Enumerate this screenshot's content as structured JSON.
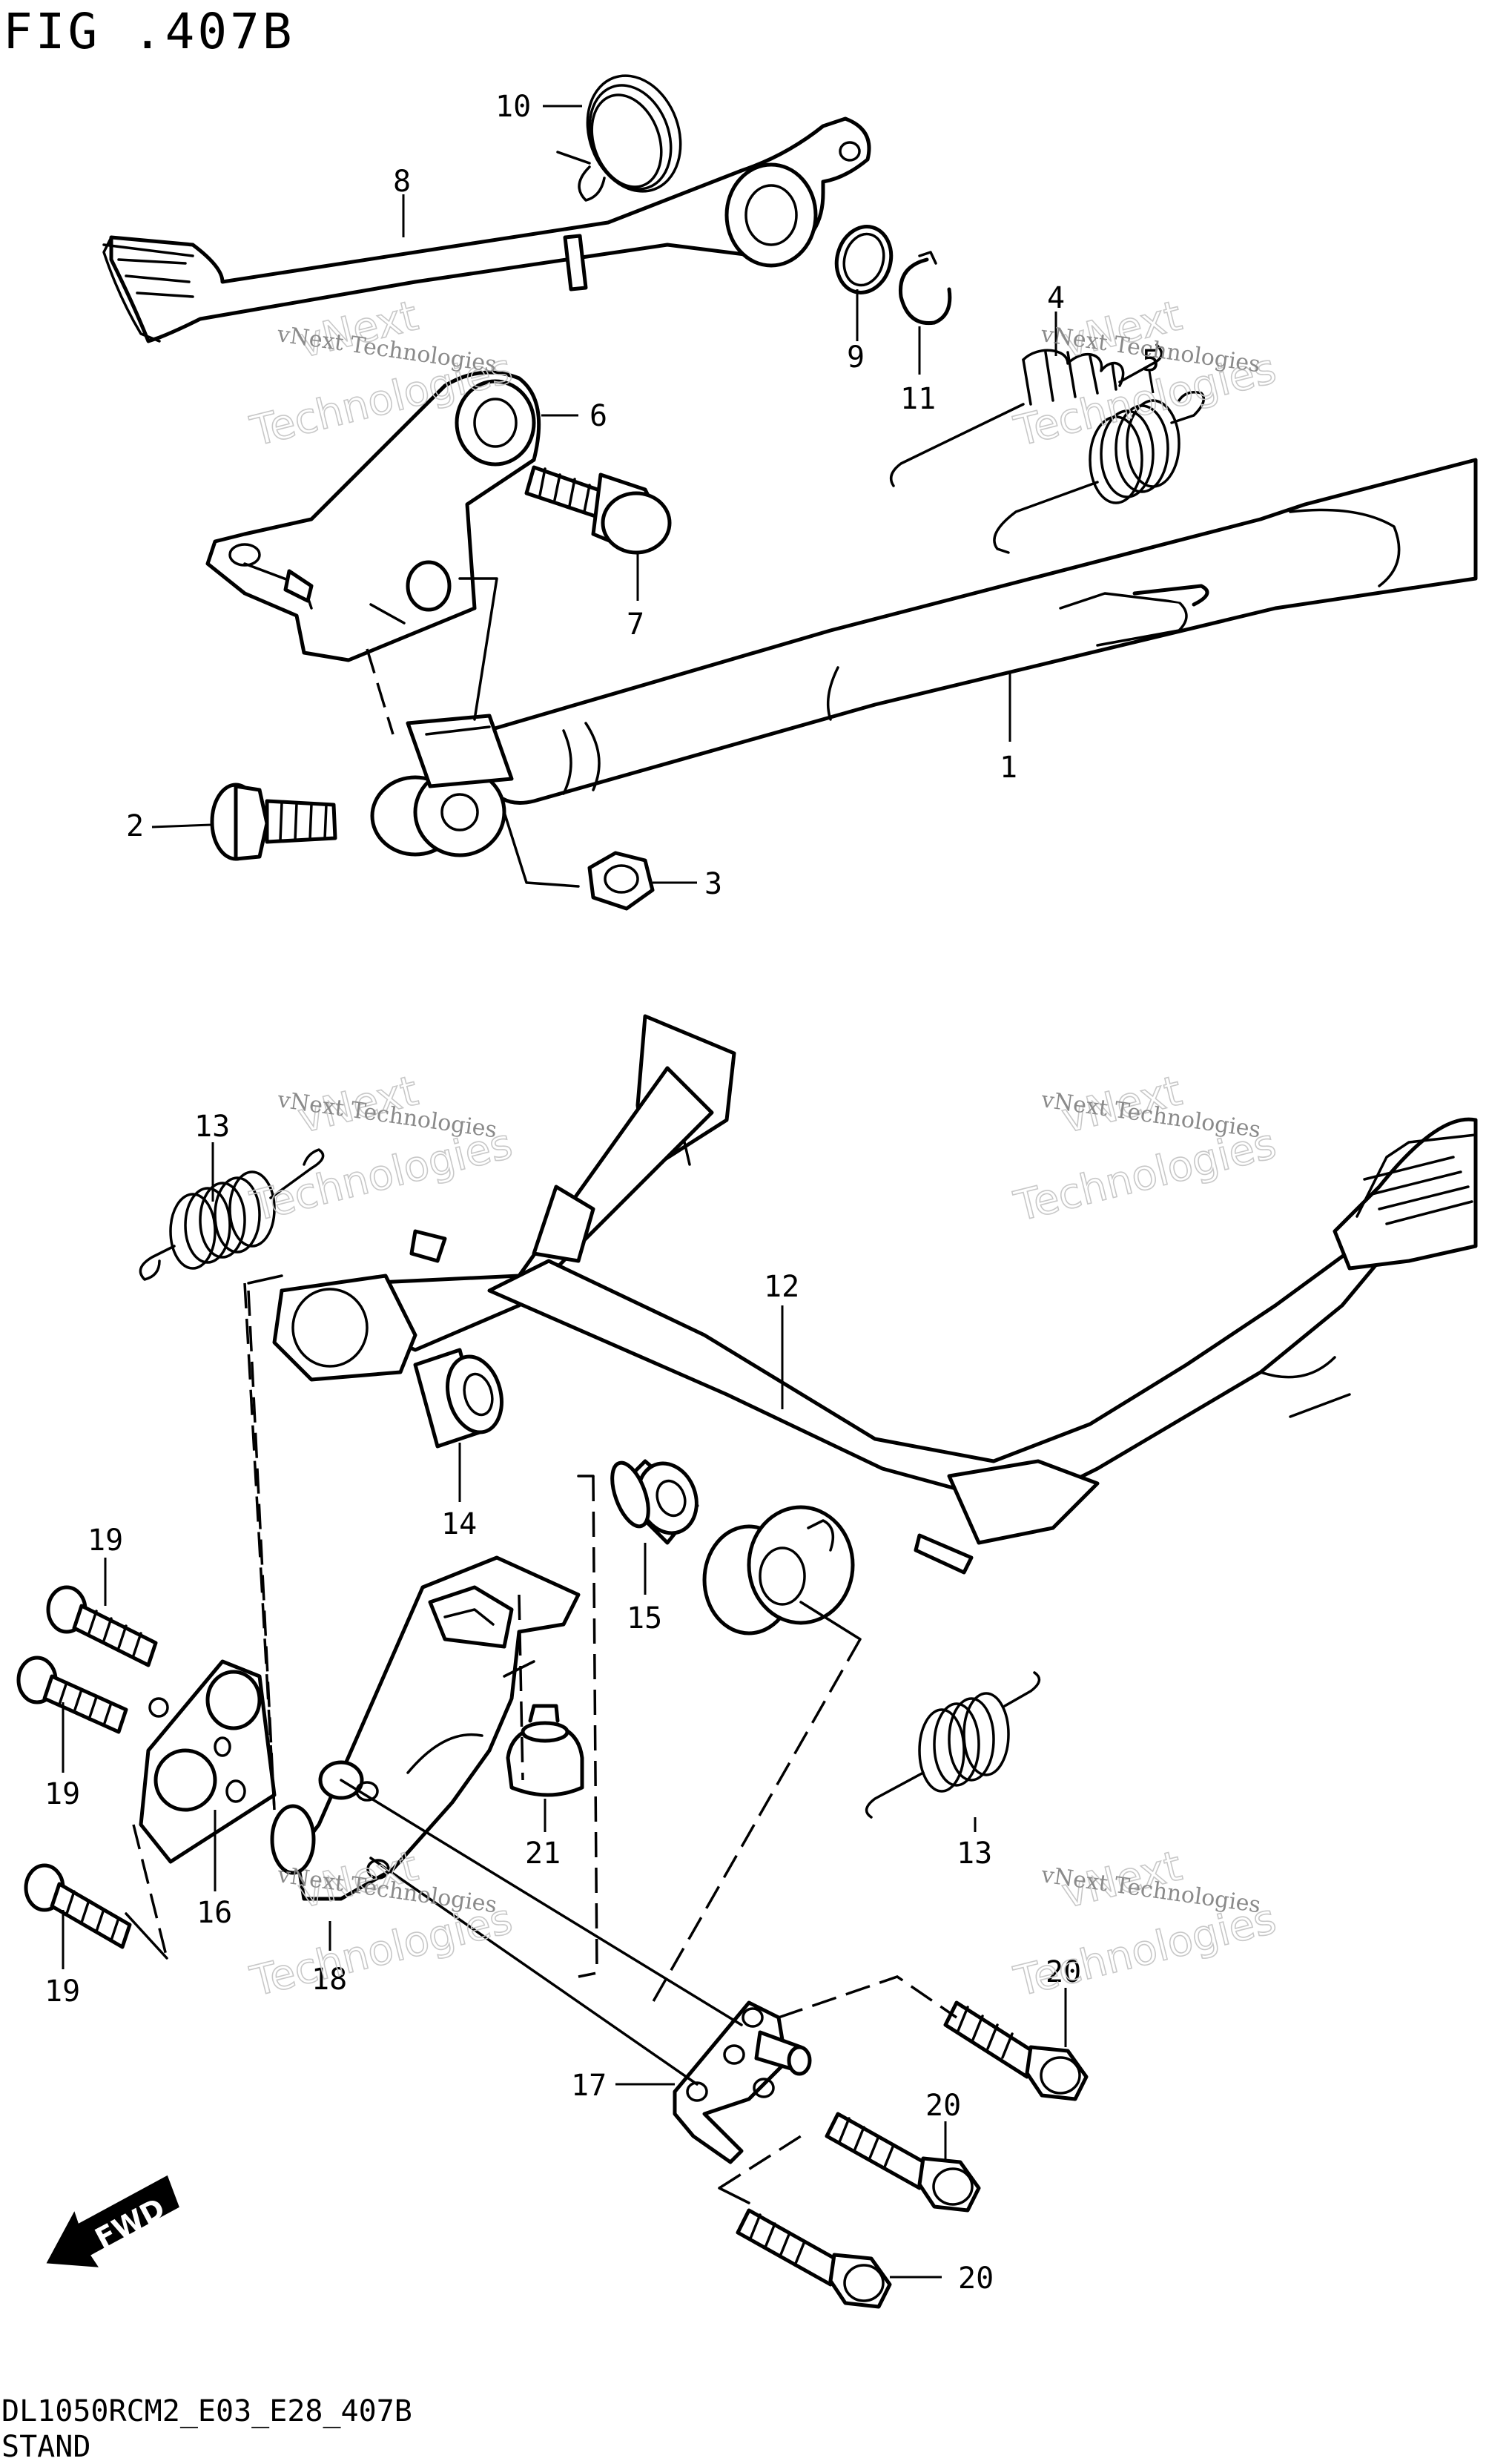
{
  "figure": {
    "title": "FIG .407B",
    "code": "DL1050RCM2_E03_E28_407B",
    "name": "STAND"
  },
  "watermark": {
    "text": "vNext Technologies",
    "line1": "vNext",
    "line2": "Technologies"
  },
  "fwd_label": "FWD",
  "callouts": {
    "c1": "1",
    "c2": "2",
    "c3": "3",
    "c4": "4",
    "c5": "5",
    "c6": "6",
    "c7": "7",
    "c8": "8",
    "c9": "9",
    "c10": "10",
    "c11": "11",
    "c12": "12",
    "c13a": "13",
    "c13b": "13",
    "c14": "14",
    "c15": "15",
    "c16": "16",
    "c17": "17",
    "c18": "18",
    "c19a": "19",
    "c19b": "19",
    "c19c": "19",
    "c20a": "20",
    "c20b": "20",
    "c20c": "20",
    "c21": "21"
  },
  "colors": {
    "line": "#000000",
    "background": "#ffffff",
    "watermark": "#8a8a8a"
  }
}
